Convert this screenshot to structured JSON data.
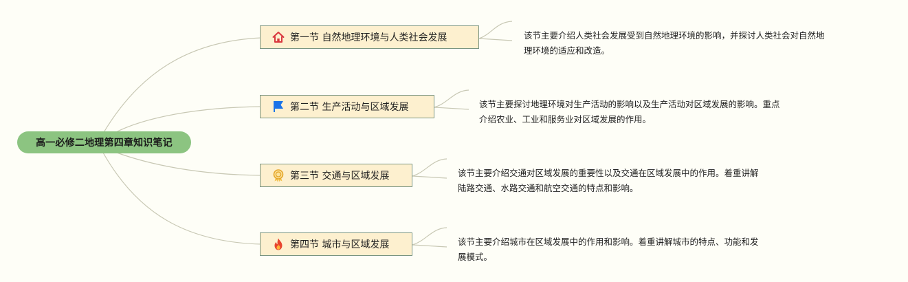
{
  "root": {
    "label": "高一必修二地理第四章知识笔记"
  },
  "topics": [
    {
      "label": "第一节 自然地理环境与人类社会发展",
      "icon": "home-icon",
      "note_line1": "该节主要介绍人类社会发展受到自然地理环境的影响，并探讨人类社会对自然地",
      "note_line2": "理环境的适应和改造。"
    },
    {
      "label": "第二节 生产活动与区域发展",
      "icon": "flag-icon",
      "note_line1": "该节主要探讨地理环境对生产活动的影响以及生产活动对区域发展的影响。重点",
      "note_line2": "介绍农业、工业和服务业对区域发展的作用。"
    },
    {
      "label": "第三节 交通与区域发展",
      "icon": "medal-icon",
      "note_line1": "该节主要介绍交通对区域发展的重要性以及交通在区域发展中的作用。着重讲解",
      "note_line2": "陆路交通、水路交通和航空交通的特点和影响。"
    },
    {
      "label": "第四节 城市与区域发展",
      "icon": "fire-icon",
      "note_line1": "该节主要介绍城市在区域发展中的作用和影响。着重讲解城市的特点、功能和发",
      "note_line2": "展模式。"
    }
  ],
  "colors": {
    "root_fill": "#8cc481",
    "topic_fill": "#fdf0cf",
    "topic_border": "#7a9480",
    "connector": "#c8c8b4",
    "home_icon": "#d9363e",
    "flag_icon": "#1a73e8",
    "medal_icon": "#e5a62a",
    "fire_icon": "#e8442f"
  }
}
